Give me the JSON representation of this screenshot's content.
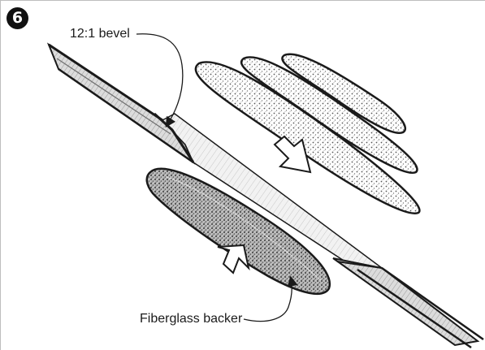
{
  "step_number": "6",
  "labels": {
    "bevel": "12:1 bevel",
    "backer": "Fiberglass backer"
  },
  "colors": {
    "ink": "#1a1a1a",
    "shade_dark": "#6e6e6e",
    "shade_light": "#c8c8c8",
    "frame": "#bdbdbd"
  }
}
